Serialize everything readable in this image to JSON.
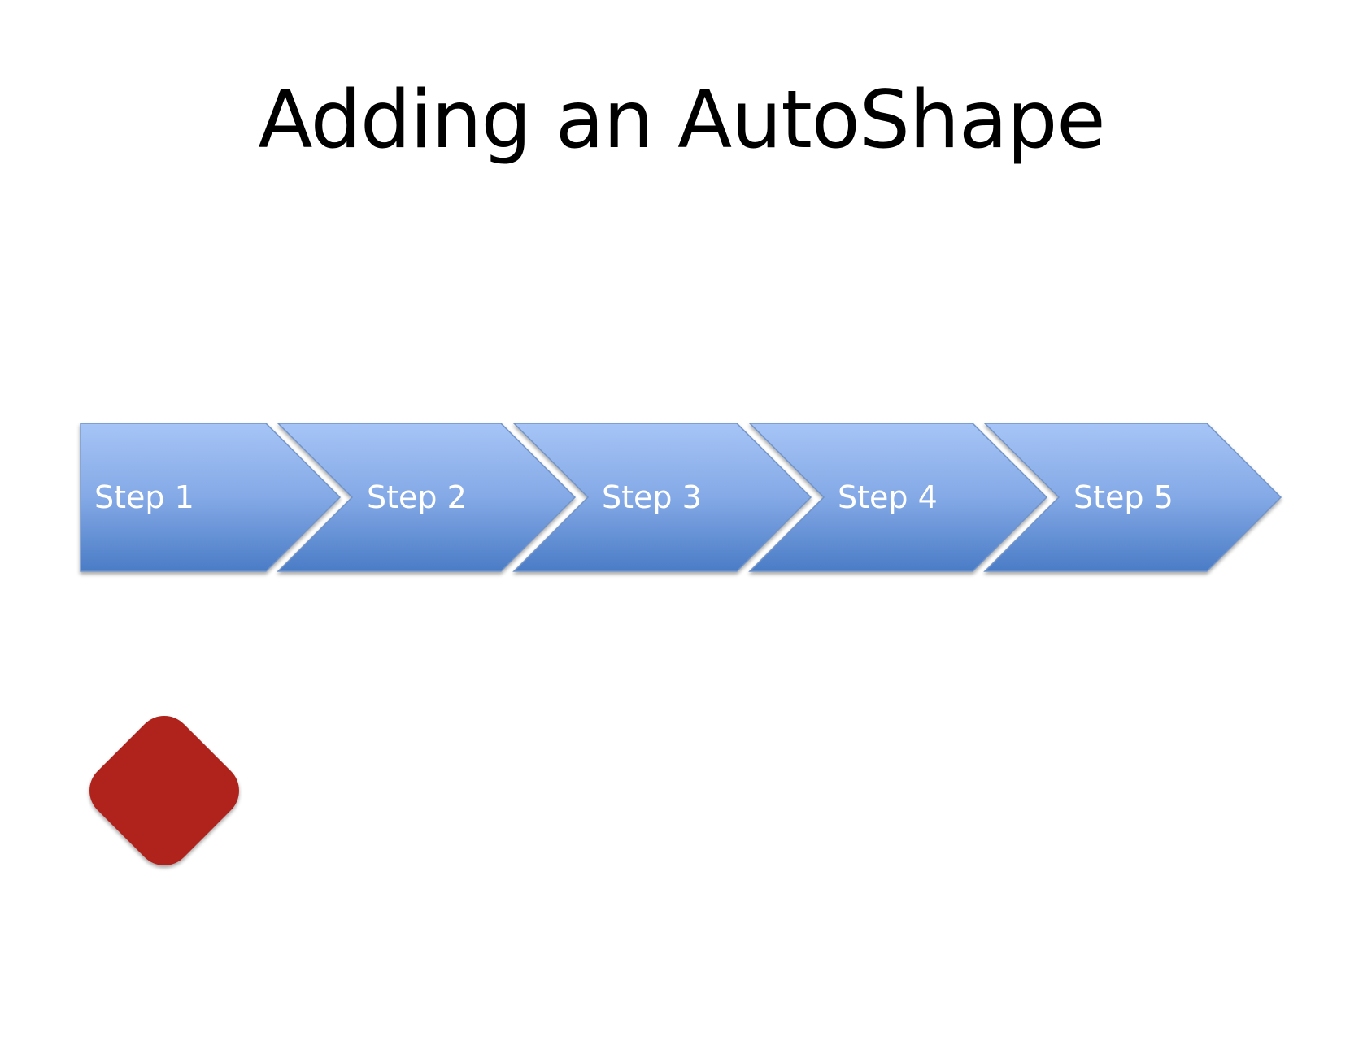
{
  "slide": {
    "title": "Adding an AutoShape"
  },
  "process": {
    "steps": [
      {
        "label": "Step 1"
      },
      {
        "label": "Step 2"
      },
      {
        "label": "Step 3"
      },
      {
        "label": "Step 4"
      },
      {
        "label": "Step 5"
      }
    ],
    "colors": {
      "gradient_top": "#a6c4f6",
      "gradient_mid": "#84a9e6",
      "gradient_bottom": "#4a7cc6",
      "outline": "#6f93c9",
      "text": "#ffffff"
    }
  },
  "autoshape": {
    "shape": "rounded-diamond",
    "color": "#b0231a"
  }
}
